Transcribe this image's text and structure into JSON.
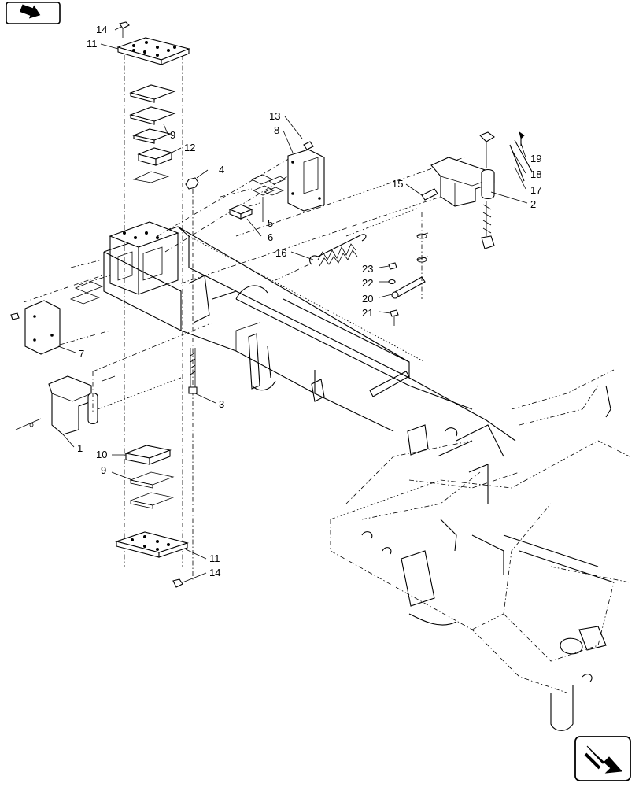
{
  "callouts": [
    {
      "id": "c14a",
      "label": "14"
    },
    {
      "id": "c11a",
      "label": "11"
    },
    {
      "id": "c9a",
      "label": "9"
    },
    {
      "id": "c12",
      "label": "12"
    },
    {
      "id": "c4",
      "label": "4"
    },
    {
      "id": "c13",
      "label": "13"
    },
    {
      "id": "c8",
      "label": "8"
    },
    {
      "id": "c5",
      "label": "5"
    },
    {
      "id": "c6",
      "label": "6"
    },
    {
      "id": "c16",
      "label": "16"
    },
    {
      "id": "c15",
      "label": "15"
    },
    {
      "id": "c19",
      "label": "19"
    },
    {
      "id": "c18",
      "label": "18"
    },
    {
      "id": "c17",
      "label": "17"
    },
    {
      "id": "c2",
      "label": "2"
    },
    {
      "id": "c23",
      "label": "23"
    },
    {
      "id": "c22",
      "label": "22"
    },
    {
      "id": "c20",
      "label": "20"
    },
    {
      "id": "c21",
      "label": "21"
    },
    {
      "id": "c7",
      "label": "7"
    },
    {
      "id": "c3",
      "label": "3"
    },
    {
      "id": "c1",
      "label": "1"
    },
    {
      "id": "c10",
      "label": "10"
    },
    {
      "id": "c9b",
      "label": "9"
    },
    {
      "id": "c11b",
      "label": "11"
    },
    {
      "id": "c14b",
      "label": "14"
    }
  ],
  "nav": {
    "top_icon": "previous-page-arrow-icon",
    "bottom_icon": "next-page-arrow-icon"
  },
  "colors": {
    "line": "#000000",
    "background": "#ffffff"
  }
}
